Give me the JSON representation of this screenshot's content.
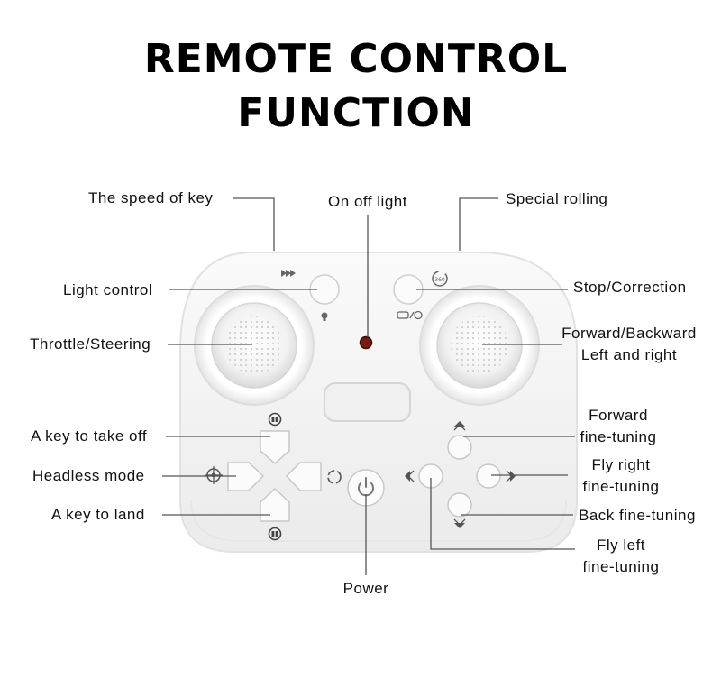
{
  "title": {
    "line1": "REMOTE CONTROL",
    "line2": "FUNCTION"
  },
  "labels": {
    "speed_key": "The speed of key",
    "on_off_light": "On off light",
    "special_rolling": "Special rolling",
    "light_control": "Light control",
    "stop_correction": "Stop/Correction",
    "throttle_steering": "Throttle/Steering",
    "forward_backward_1": "Forward/Backward",
    "forward_backward_2": "Left and right",
    "take_off": "A key to take off",
    "headless_mode": "Headless mode",
    "land": "A key to land",
    "forward_ft_1": "Forward",
    "forward_ft_2": "fine-tuning",
    "fly_right_1": "Fly right",
    "fly_right_2": "fine-tuning",
    "back_ft": "Back fine-tuning",
    "fly_left_1": "Fly left",
    "fly_left_2": "fine-tuning",
    "power": "Power"
  },
  "icons": {
    "speed": "fast-forward-icon",
    "rolling": "360-roll-icon",
    "bulb": "light-bulb-icon",
    "stop": "stop-correction-icon",
    "takeoff": "drone-takeoff-icon",
    "land": "drone-land-icon",
    "headless": "headless-target-icon",
    "rotate": "rotate-icon",
    "power": "power-icon"
  },
  "colors": {
    "body": "#f4f4f4",
    "line": "#555555",
    "indicator": "#7a1a12"
  }
}
